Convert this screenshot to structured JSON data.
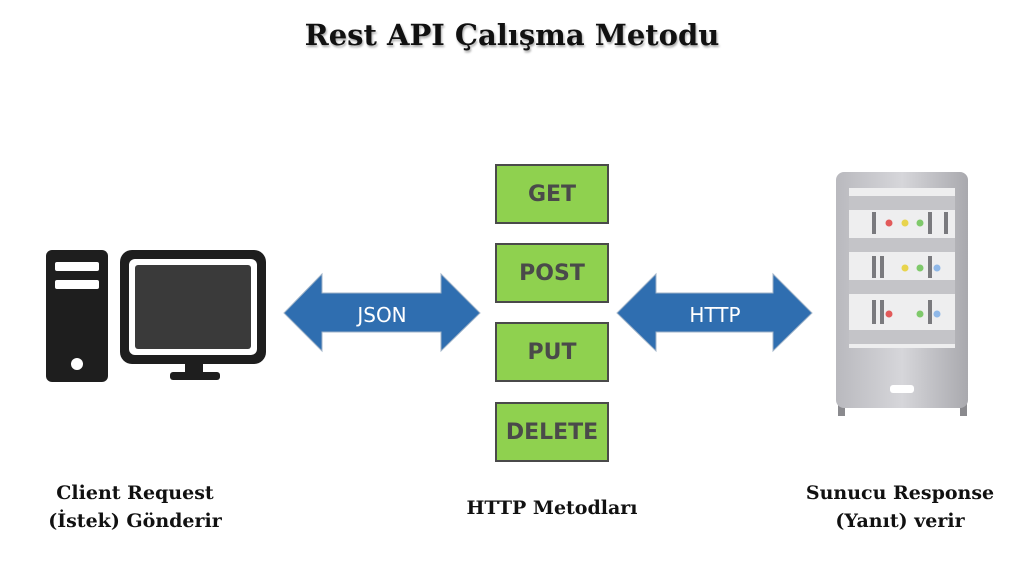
{
  "title": "Rest API Çalışma Metodu",
  "left_arrow": {
    "label": "JSON"
  },
  "right_arrow": {
    "label": "HTTP"
  },
  "methods": [
    "GET",
    "POST",
    "PUT",
    "DELETE"
  ],
  "captions": {
    "client": [
      "Client Request",
      "(İstek) Gönderir"
    ],
    "methods": "HTTP Metodları",
    "server": [
      "Sunucu Response",
      "(Yanıt) verir"
    ]
  },
  "colors": {
    "method_box": "#8fd14f",
    "arrow": "#2f6eb0",
    "computer": "#1e1e1e",
    "server": "#c8c8cc"
  }
}
